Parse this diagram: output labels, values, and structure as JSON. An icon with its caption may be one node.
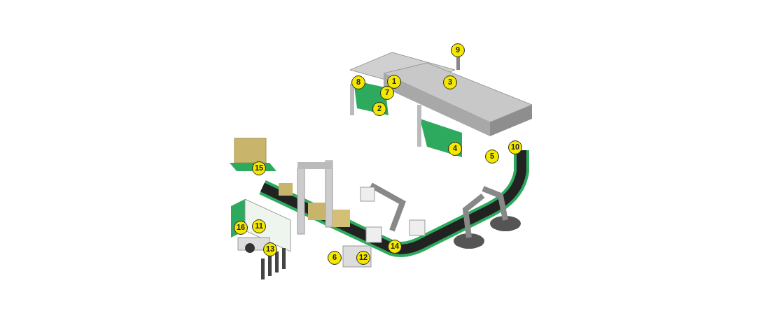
{
  "diagram": {
    "labels": [
      "9",
      "1",
      "3",
      "8",
      "7",
      "2",
      "10",
      "4",
      "5",
      "15",
      "11",
      "16",
      "14",
      "13",
      "6",
      "12"
    ]
  }
}
